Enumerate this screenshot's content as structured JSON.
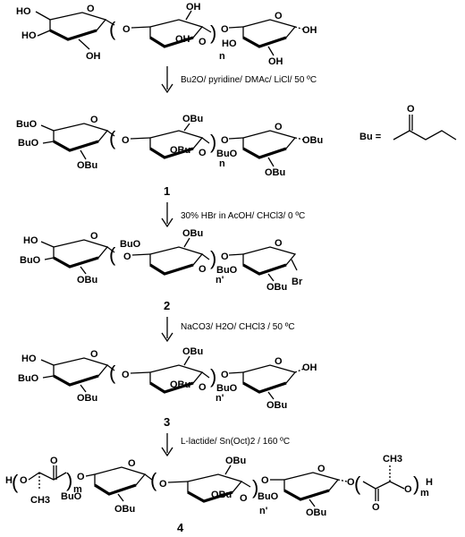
{
  "labels": {
    "HO": "HO",
    "OH": "OH",
    "O": "O",
    "n": "n",
    "nprime": "n'",
    "m": "m",
    "BuO": "BuO",
    "OBu": "OBu",
    "Br": "Br",
    "H": "H",
    "CH3": "CH3",
    "Bu_def": "Bu ="
  },
  "conditions": {
    "step1": "Bu2O/ pyridine/ DMAc/ LiCl/ 50 ºC",
    "step2": "30% HBr in AcOH/ CHCl3/ 0 ºC",
    "step3": "NaCO3/ H2O/ CHCl3 / 50 ºC",
    "step4": "L-lactide/ Sn(Oct)2 / 160 ºC"
  },
  "compounds": {
    "c1": "1",
    "c2": "2",
    "c3": "3",
    "c4": "4"
  }
}
